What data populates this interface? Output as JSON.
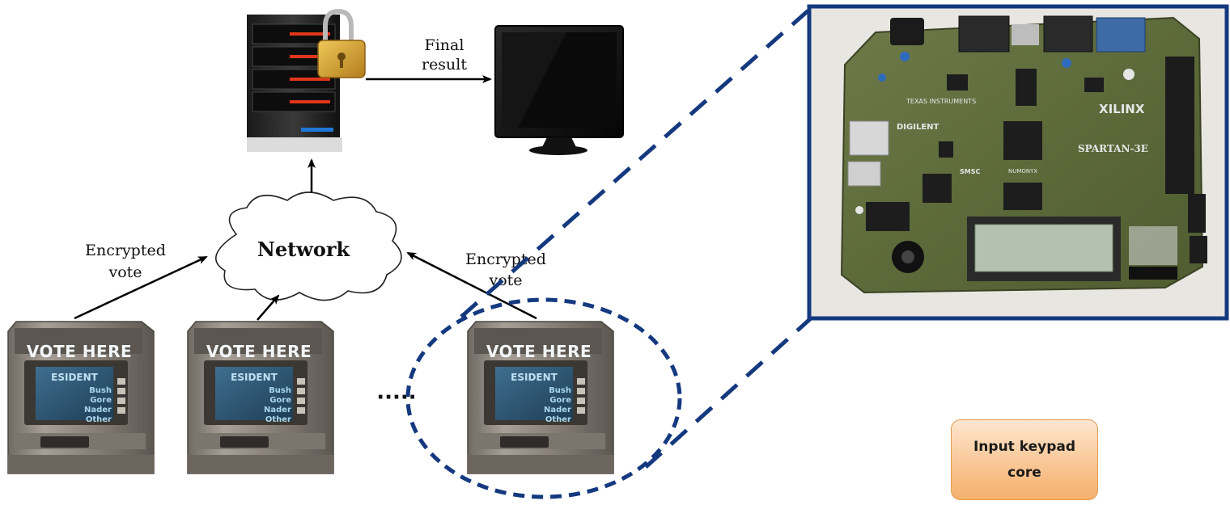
{
  "diagram": {
    "labels": {
      "final_result_line1": "Final",
      "final_result_line2": "result",
      "network": "Network",
      "encrypted_vote_left_line1": "Encrypted",
      "encrypted_vote_left_line2": "vote",
      "encrypted_vote_right_line1": "Encrypted",
      "encrypted_vote_right_line2": "vote",
      "ellipsis": "·····",
      "input_keypad_core": "Input keypad core"
    },
    "voting_machine": {
      "sign": "VOTE HERE",
      "screen_title": "ESIDENT",
      "screen_items": [
        "Bush",
        "Gore",
        "Nader",
        "Other"
      ]
    },
    "fpga_board": {
      "chip_labels": [
        "TEXAS INSTRUMENTS",
        "DIGILENT",
        "XILINX",
        "SPARTAN-3E",
        "SMSC",
        "NUMONYX"
      ]
    },
    "colors": {
      "dashed_callout": "#14397f",
      "board_frame": "#14397f",
      "keypad_fill": "#f9c796",
      "keypad_border": "#e39a4e",
      "arrow": "#000000"
    }
  }
}
